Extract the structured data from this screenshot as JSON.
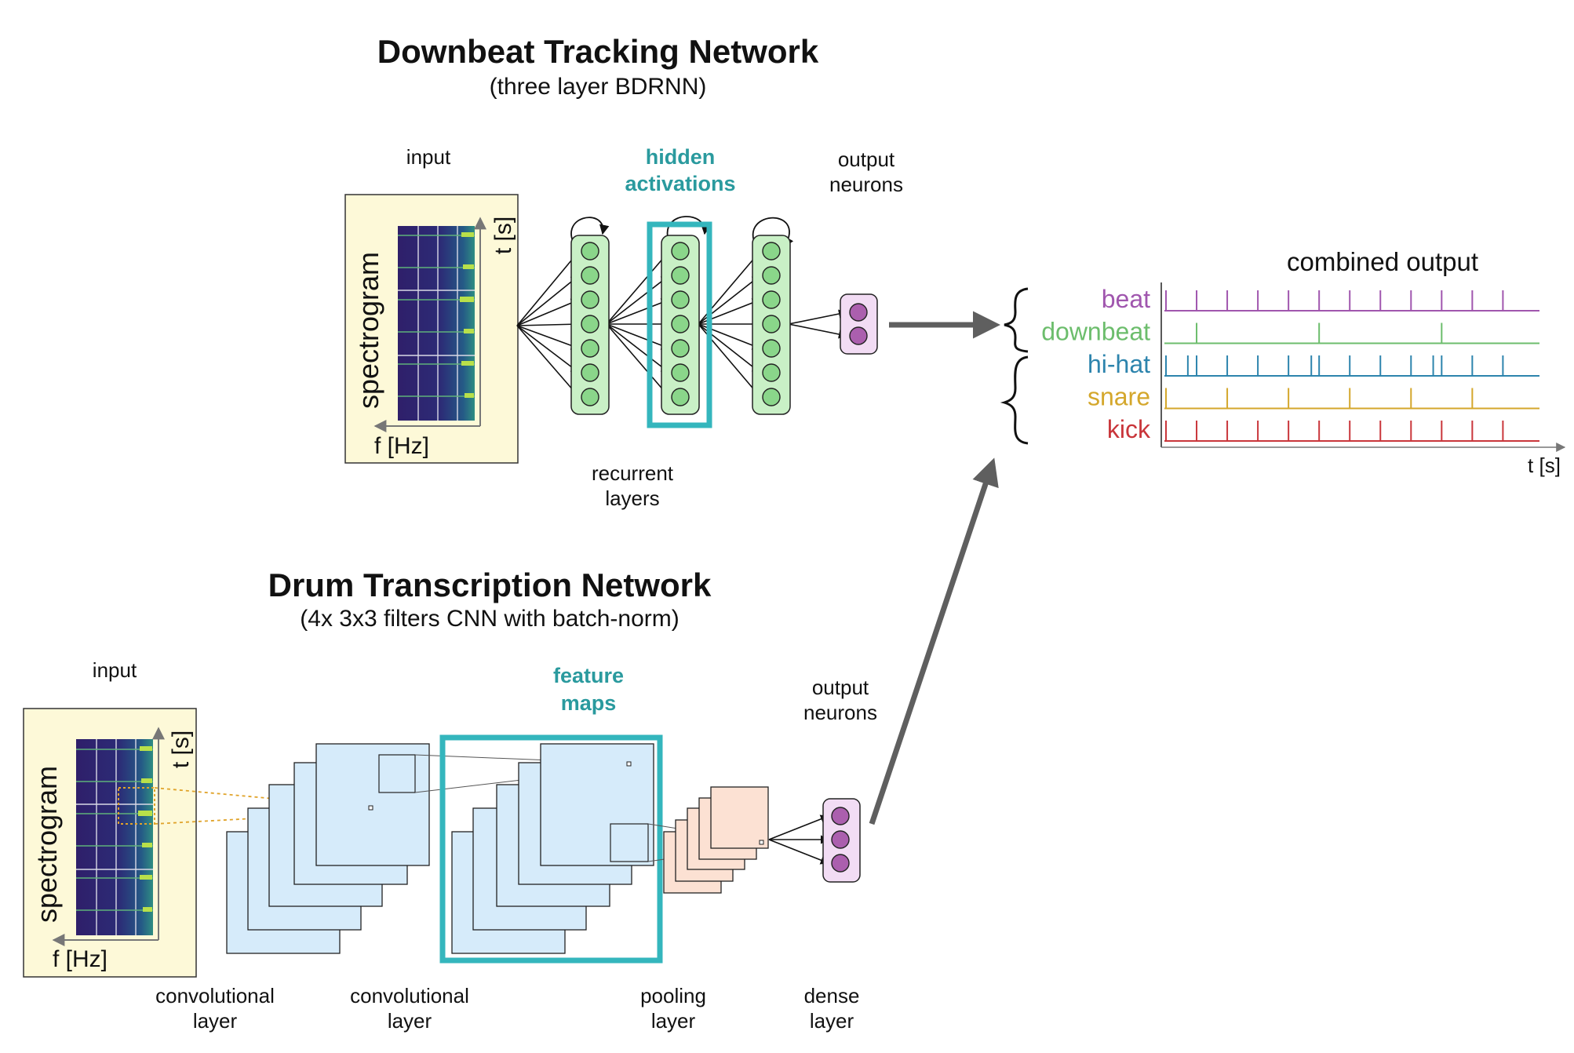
{
  "colors": {
    "accent": "#2a9a9e",
    "input_panel": "#fdf9d8",
    "rnn_layer": "#c9f0c6",
    "rnn_neuron": "#8ad68a",
    "output_neuron": "#ab5fae",
    "output_box": "#f2dcf4",
    "feature_map": "#d6ebfa",
    "pooling_map": "#fce1d3",
    "spectrogram": "#2a1b5e",
    "arrow_gray": "#5f5f5f",
    "beat": "#a056ae",
    "downbeat": "#6cbd6c",
    "hihat": "#2d84ad",
    "snare": "#d4a72c",
    "kick": "#c9363b"
  },
  "downbeat_network": {
    "title": "Downbeat Tracking Network",
    "subtitle": "(three layer BDRNN)",
    "input_label": "input",
    "spectrogram_label": "spectrogram",
    "time_axis": "t [s]",
    "freq_axis": "f [Hz]",
    "hidden_label_line1": "hidden",
    "hidden_label_line2": "activations",
    "output_label_line1": "output",
    "output_label_line2": "neurons",
    "recurrent_label_line1": "recurrent",
    "recurrent_label_line2": "layers",
    "recurrent_layer_count": 3,
    "neurons_per_layer": 7,
    "output_neuron_count": 2
  },
  "drum_network": {
    "title": "Drum Transcription Network",
    "subtitle": "(4x 3x3 filters CNN with batch-norm)",
    "input_label": "input",
    "spectrogram_label": "spectrogram",
    "time_axis": "t [s]",
    "freq_axis": "f [Hz]",
    "feature_label_line1": "feature",
    "feature_label_line2": "maps",
    "output_label_line1": "output",
    "output_label_line2": "neurons",
    "layers": [
      {
        "line1": "convolutional",
        "line2": "layer"
      },
      {
        "line1": "convolutional",
        "line2": "layer"
      },
      {
        "line1": "pooling",
        "line2": "layer"
      },
      {
        "line1": "dense",
        "line2": "layer"
      }
    ],
    "output_neuron_count": 3
  },
  "combined_output": {
    "title": "combined output",
    "time_axis": "t [s]",
    "tracks": [
      {
        "name": "beat",
        "color": "#a056ae",
        "onsets": [
          0.5,
          10.3,
          20.1,
          29.9,
          39.7,
          49.5,
          59.3,
          69.1,
          78.9,
          88.7,
          98.5,
          108.3
        ]
      },
      {
        "name": "downbeat",
        "color": "#6cbd6c",
        "onsets": [
          10.3,
          49.5,
          88.7
        ]
      },
      {
        "name": "hi-hat",
        "color": "#2d84ad",
        "onsets": [
          0.5,
          7.5,
          10.3,
          20.1,
          29.9,
          39.7,
          47.0,
          49.5,
          59.3,
          69.1,
          78.9,
          86.0,
          88.7,
          98.5,
          108.3
        ]
      },
      {
        "name": "snare",
        "color": "#d4a72c",
        "onsets": [
          0.5,
          20.1,
          39.7,
          59.3,
          78.9,
          98.5
        ]
      },
      {
        "name": "kick",
        "color": "#c9363b",
        "onsets": [
          0.5,
          10.3,
          20.1,
          29.9,
          39.7,
          49.5,
          59.3,
          69.1,
          78.9,
          88.7,
          98.5,
          108.3
        ]
      }
    ]
  }
}
